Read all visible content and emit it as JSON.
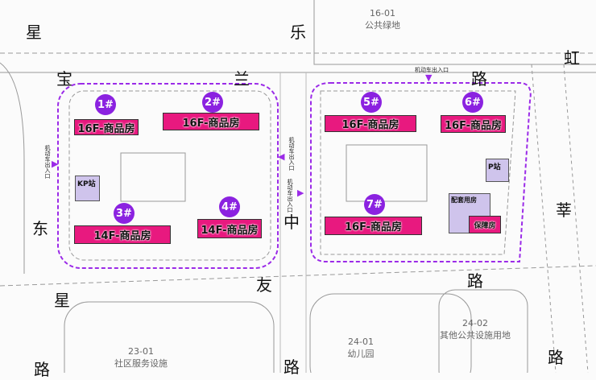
{
  "roads": [
    {
      "id": "r1",
      "text": "星"
    },
    {
      "id": "r2",
      "text": "乐"
    },
    {
      "id": "r3",
      "text": "虹"
    },
    {
      "id": "r4",
      "text": "宝"
    },
    {
      "id": "r5",
      "text": "兰"
    },
    {
      "id": "r6",
      "text": "路"
    },
    {
      "id": "r7",
      "text": "东"
    },
    {
      "id": "r8",
      "text": "中"
    },
    {
      "id": "r9",
      "text": "莘"
    },
    {
      "id": "r10",
      "text": "星"
    },
    {
      "id": "r11",
      "text": "友"
    },
    {
      "id": "r12",
      "text": "路"
    },
    {
      "id": "r13",
      "text": "路"
    },
    {
      "id": "r14",
      "text": "路"
    },
    {
      "id": "r15",
      "text": "路"
    }
  ],
  "parcels": [
    {
      "code": "16-01",
      "use": "公共绿地"
    },
    {
      "code": "23-01",
      "use": "社区服务设施"
    },
    {
      "code": "24-01",
      "use": "幼儿园"
    },
    {
      "code": "24-02",
      "use": "其他公共设施用地"
    }
  ],
  "buildings": [
    {
      "number": "1#",
      "label": "16F-商品房"
    },
    {
      "number": "2#",
      "label": "16F-商品房"
    },
    {
      "number": "3#",
      "label": "14F-商品房"
    },
    {
      "number": "4#",
      "label": "14F-商品房"
    },
    {
      "number": "5#",
      "label": "16F-商品房"
    },
    {
      "number": "6#",
      "label": "16F-商品房"
    },
    {
      "number": "7#",
      "label": "16F-商品房"
    }
  ],
  "facilities": {
    "kp": "KP站",
    "p": "P站",
    "support": "配套用房",
    "affordable": "保障房"
  },
  "entrance_label": "机动车出入口",
  "colors": {
    "building": "#e8197f",
    "badge": "#8b22e0",
    "facility": "#cfc4ec",
    "boundary": "#9b2be8"
  }
}
